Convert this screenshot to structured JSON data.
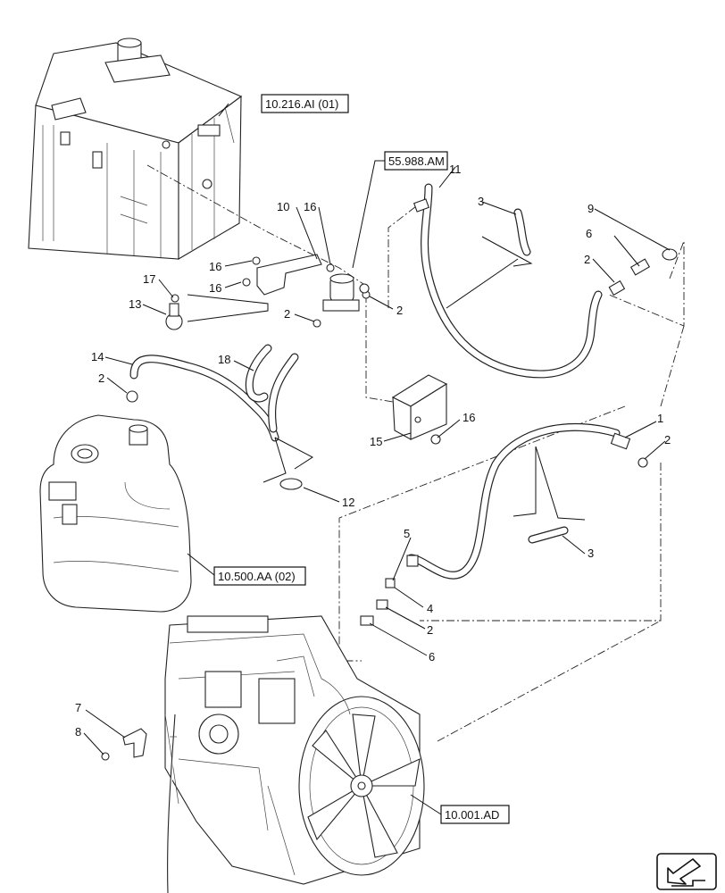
{
  "references": {
    "cab": "10.216.AI (01)",
    "valve": "55.988.AM",
    "tank": "10.500.AA (02)",
    "engine": "10.001.AD"
  },
  "callouts": {
    "c1": "1",
    "c2a": "2",
    "c2b": "2",
    "c2c": "2",
    "c2d": "2",
    "c2e": "2",
    "c2f": "2",
    "c3a": "3",
    "c3b": "3",
    "c4": "4",
    "c5": "5",
    "c6a": "6",
    "c6b": "6",
    "c7": "7",
    "c8": "8",
    "c9": "9",
    "c10": "10",
    "c11": "11",
    "c12": "12",
    "c13": "13",
    "c14": "14",
    "c15": "15",
    "c16a": "16",
    "c16b": "16",
    "c16c": "16",
    "c16d": "16",
    "c17": "17",
    "c18": "18"
  },
  "icons": {
    "nav": "arrow-navigation-icon"
  }
}
